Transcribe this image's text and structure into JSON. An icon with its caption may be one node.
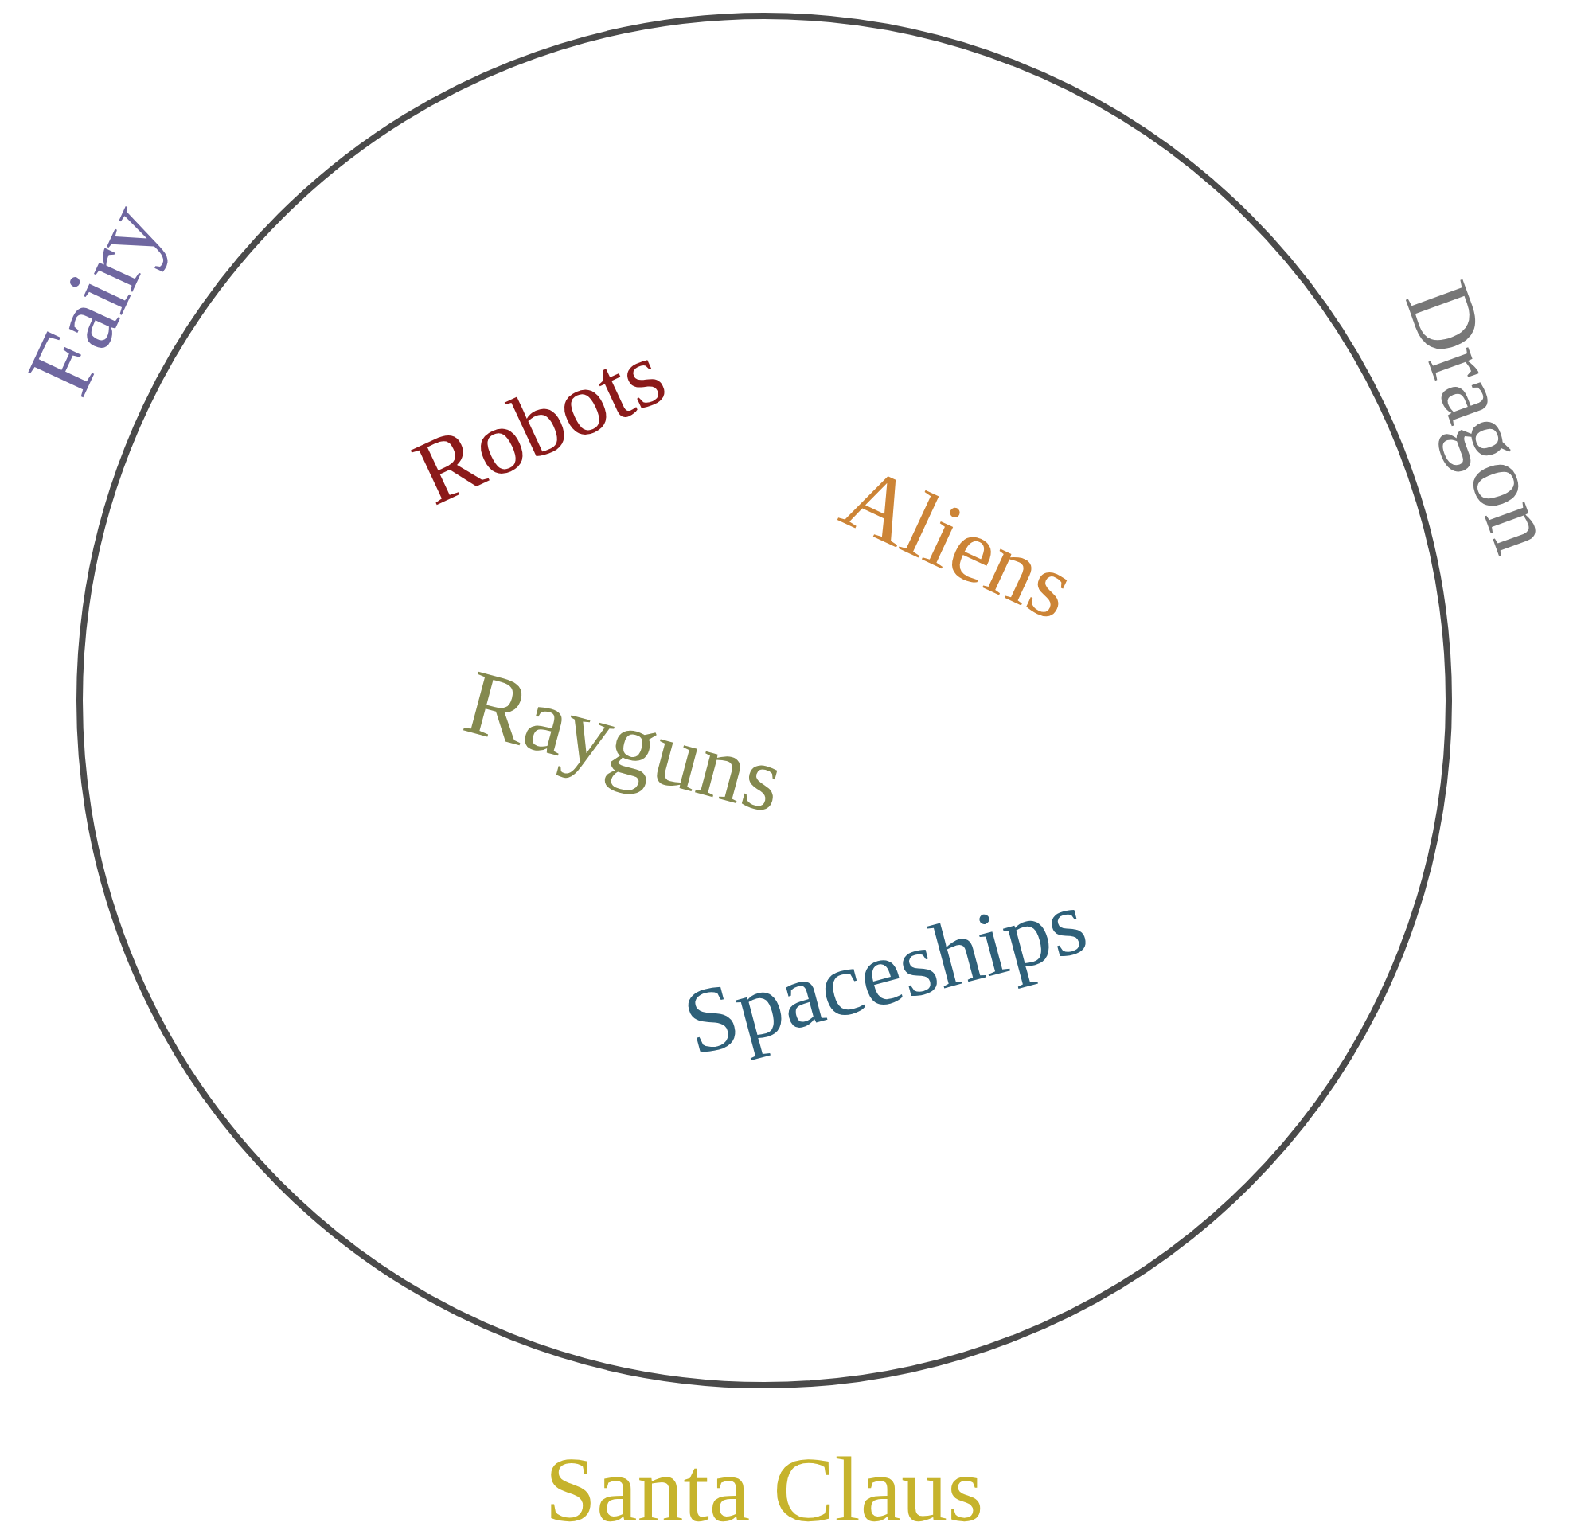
{
  "diagram": {
    "nodes": [
      {
        "text": [
          "Robots",
          "Aliens",
          "Rayguns",
          "Spaceships"
        ]
      }
    ],
    "labels": [
      "Fairy",
      "Dragon",
      "Santa Claus"
    ]
  }
}
